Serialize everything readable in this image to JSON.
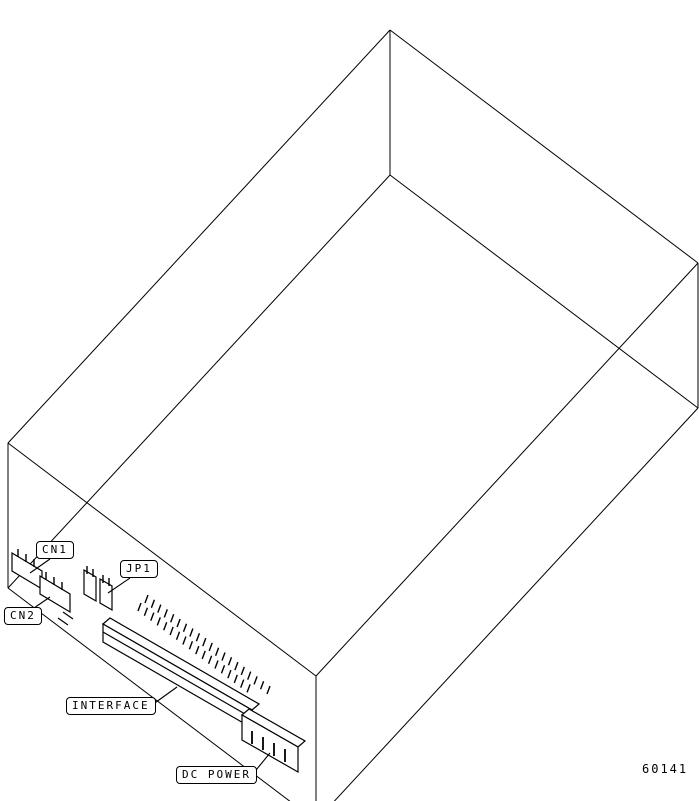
{
  "figure": {
    "labels": {
      "cn1": "CN1",
      "cn2": "CN2",
      "jp1": "JP1",
      "interface": "INTERFACE",
      "dc_power": "DC POWER"
    },
    "figure_number": "60141",
    "colors": {
      "line": "#000000",
      "background": "#ffffff"
    }
  }
}
